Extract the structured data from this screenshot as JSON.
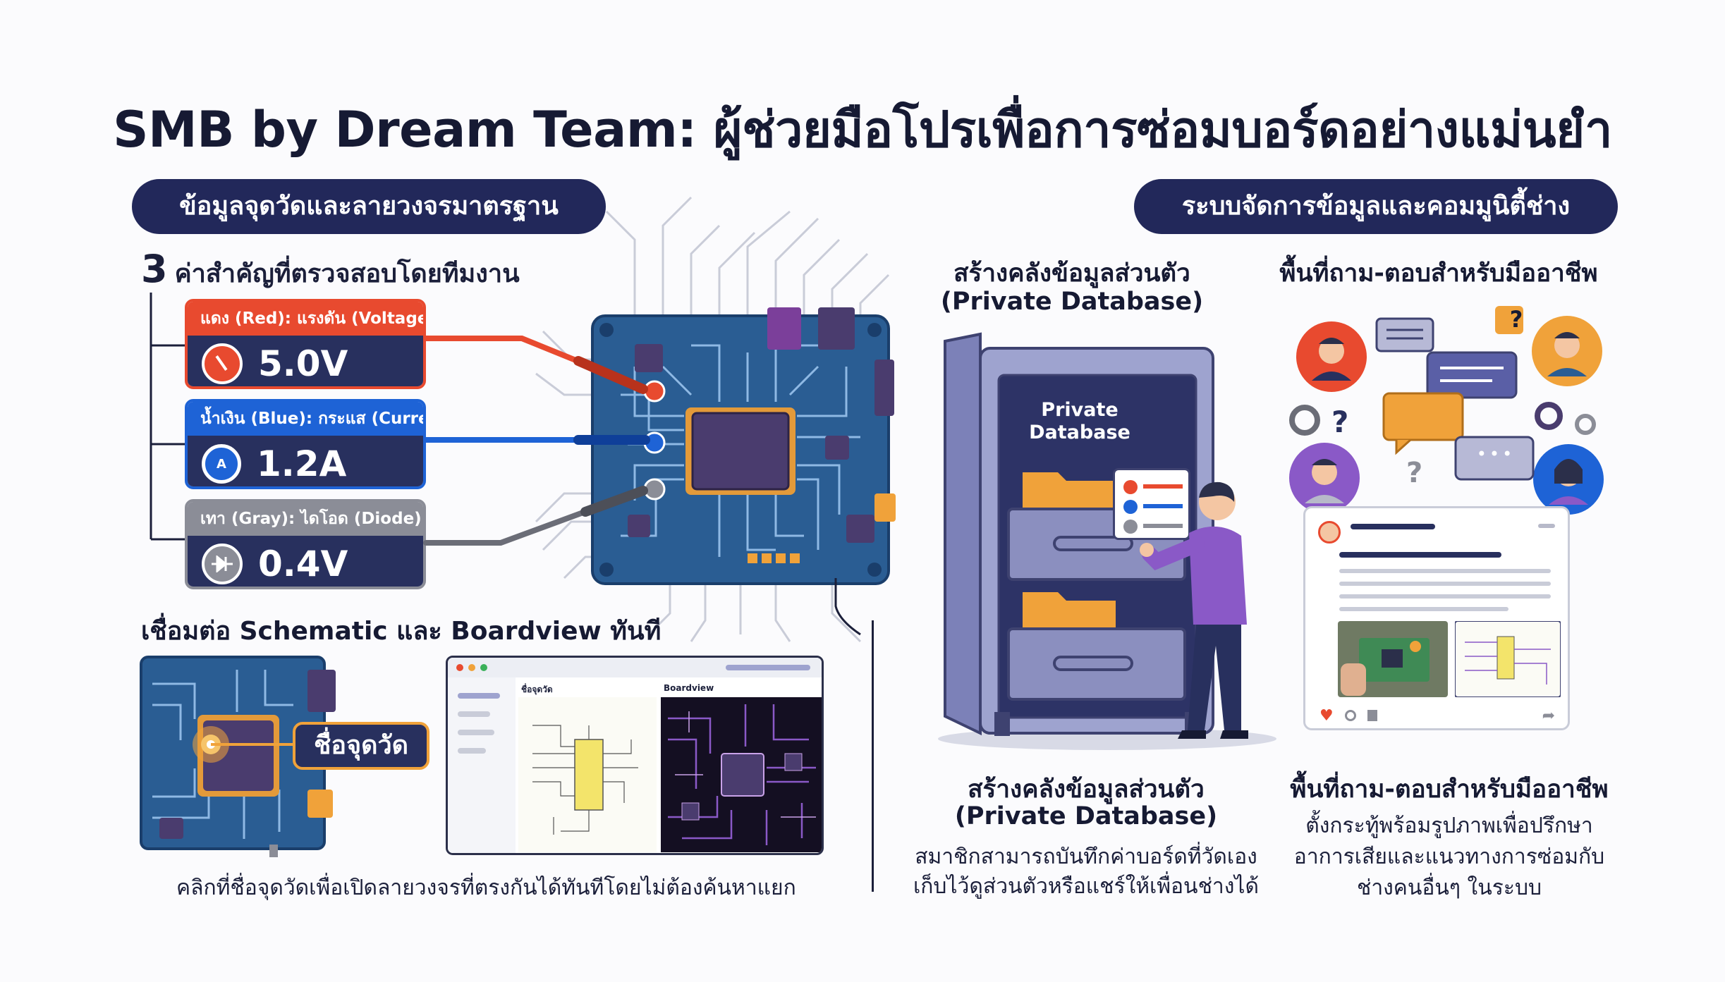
{
  "title": "SMB by Dream Team: ผู้ช่วยมือโปรเพื่อการซ่อมบอร์ดอย่างแม่นยำ",
  "left_section": {
    "pill": "ข้อมูลจุดวัดและลายวงจรมาตรฐาน",
    "values_heading_num": "3",
    "values_heading": "ค่าสำคัญที่ตรวจสอบโดยทีมงาน",
    "cards": [
      {
        "header": "แดง (Red): แรงดัน (Voltage)",
        "value": "5.0V",
        "icon": "voltage-gauge-icon",
        "color": "#e84a2f"
      },
      {
        "header": "น้ำเงิน (Blue): กระแส (Current)",
        "value": "1.2A",
        "icon_letter": "A",
        "icon": "current-gauge-icon",
        "color": "#1e63d6"
      },
      {
        "header": "เทา (Gray): ไดโอด (Diode)",
        "value": "0.4V",
        "icon": "diode-icon",
        "color": "#8b8d97"
      }
    ],
    "link_heading": "เชื่อมต่อ Schematic และ Boardview ทันที",
    "point_label": "ชื่อจุดวัด",
    "window_left_label": "ชื่อจุดวัด",
    "window_right_label": "Boardview",
    "caption": "คลิกที่ชื่อจุดวัดเพื่อเปิดลายวงจรที่ตรงกันได้ทันทีโดยไม่ต้องค้นหาแยก"
  },
  "right_section": {
    "pill": "ระบบจัดการข้อมูลและคอมมูนิตี้ช่าง",
    "db_heading_1": "สร้างคลังข้อมูลส่วนตัว",
    "db_heading_2": "(Private Database)",
    "db_cabinet_label_1": "Private",
    "db_cabinet_label_2": "Database",
    "qa_heading": "พื้นที่ถาม-ตอบสำหรับมืออาชีพ",
    "db_caption_title_1": "สร้างคลังข้อมูลส่วนตัว",
    "db_caption_title_2": "(Private Database)",
    "db_caption_1": "สมาชิกสามารถบันทึกค่าบอร์ดที่วัดเอง",
    "db_caption_2": "เก็บไว้ดูส่วนตัวหรือแชร์ให้เพื่อนช่างได้",
    "qa_caption_title": "พื้นที่ถาม-ตอบสำหรับมืออาชีพ",
    "qa_caption_1": "ตั้งกระทู้พร้อมรูปภาพเพื่อปรึกษา",
    "qa_caption_2": "อาการเสียและแนวทางการซ่อมกับ",
    "qa_caption_3": "ช่างคนอื่นๆ ในระบบ",
    "qa_question_mark": "?",
    "qa_dots": "•••"
  },
  "colors": {
    "navy": "#22285a",
    "board_blue": "#2a5d93",
    "trace": "#8fb9e4",
    "chip": "#4a3c6e",
    "orange": "#f0a23a",
    "purple": "#8a59c7",
    "cabinet": "#9ea3cf"
  }
}
